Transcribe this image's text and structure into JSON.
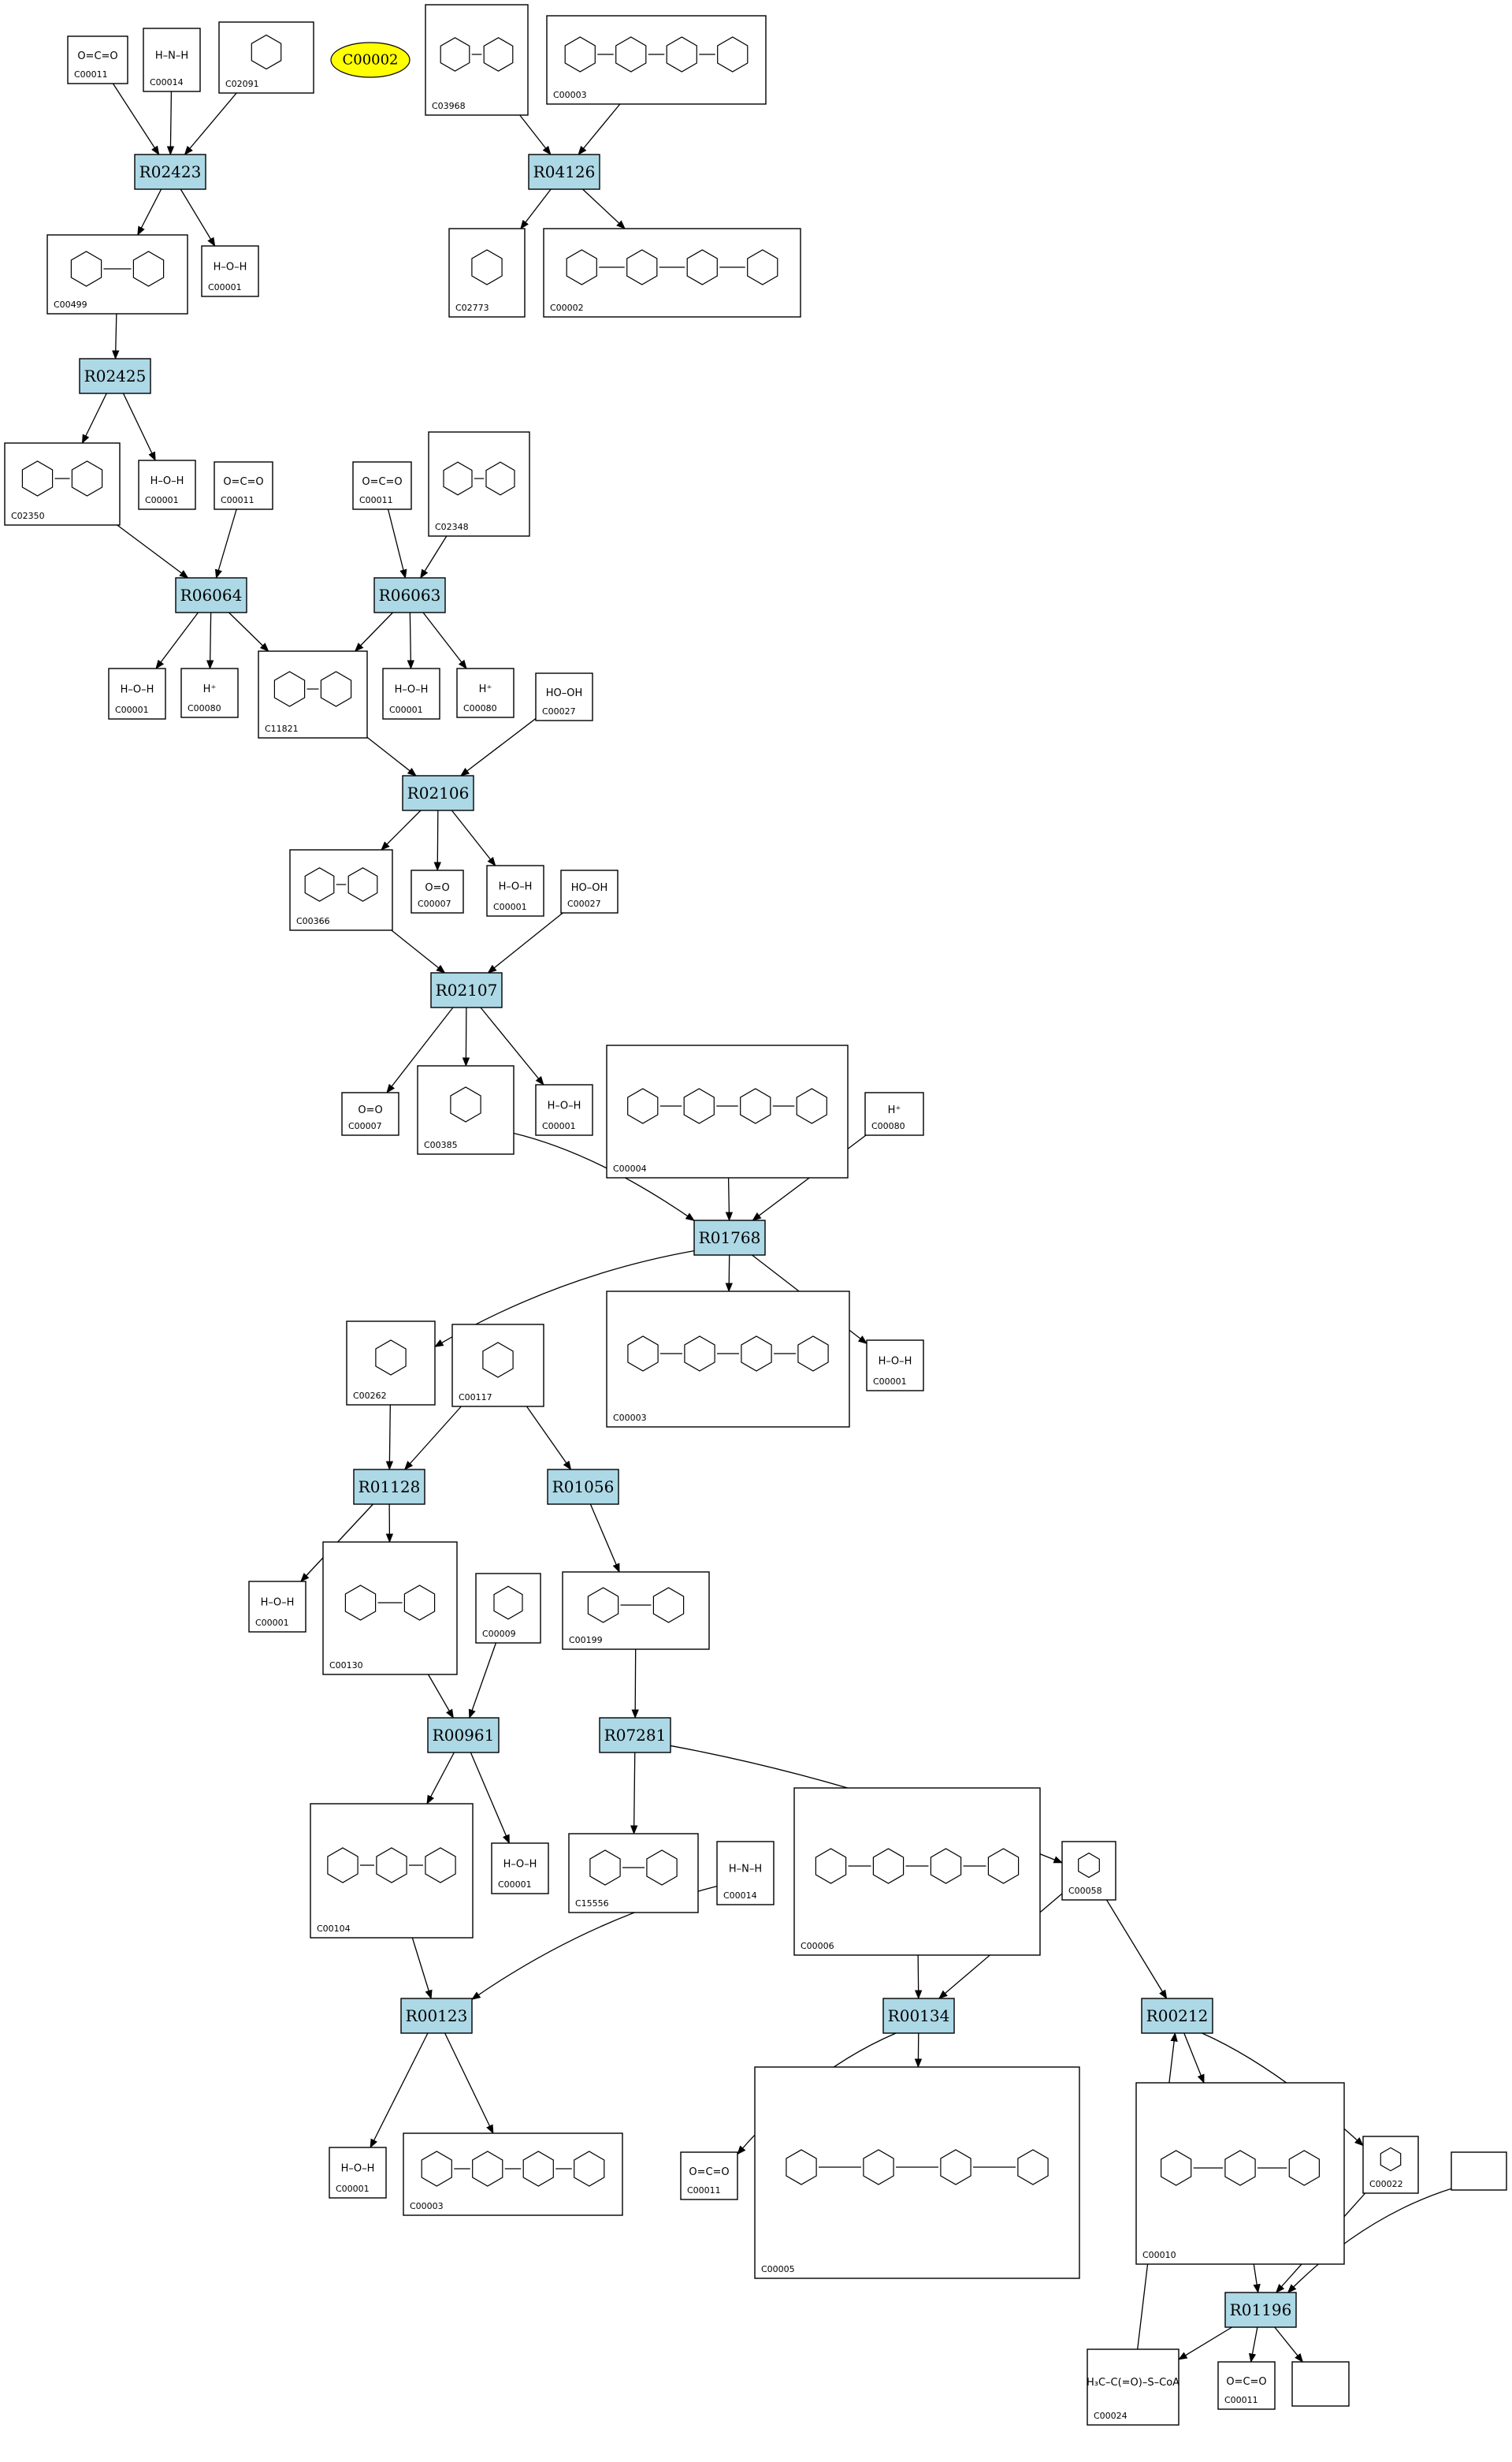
{
  "highlight": {
    "label": "C00002"
  },
  "reactions": [
    {
      "id": "R02423"
    },
    {
      "id": "R04126"
    },
    {
      "id": "R02425"
    },
    {
      "id": "R06064"
    },
    {
      "id": "R06063"
    },
    {
      "id": "R02106"
    },
    {
      "id": "R02107"
    },
    {
      "id": "R01768"
    },
    {
      "id": "R01128"
    },
    {
      "id": "R01056"
    },
    {
      "id": "R00961"
    },
    {
      "id": "R07281"
    },
    {
      "id": "R00123"
    },
    {
      "id": "R00134"
    },
    {
      "id": "R00212"
    },
    {
      "id": "R01196"
    }
  ],
  "compounds": [
    {
      "key": "c00011_a",
      "id": "C00011",
      "formula": "O=C=O"
    },
    {
      "key": "c00014_a",
      "id": "C00014",
      "formula": "H–N–H"
    },
    {
      "key": "c02091",
      "id": "C02091",
      "formula": ""
    },
    {
      "key": "c03968",
      "id": "C03968",
      "formula": ""
    },
    {
      "key": "c00003_a",
      "id": "C00003",
      "formula": ""
    },
    {
      "key": "c00499",
      "id": "C00499",
      "formula": ""
    },
    {
      "key": "c00001_a",
      "id": "C00001",
      "formula": "H–O–H"
    },
    {
      "key": "c02773",
      "id": "C02773",
      "formula": ""
    },
    {
      "key": "c00002",
      "id": "C00002",
      "formula": ""
    },
    {
      "key": "c02350",
      "id": "C02350",
      "formula": ""
    },
    {
      "key": "c00001_b",
      "id": "C00001",
      "formula": "H–O–H"
    },
    {
      "key": "c00011_b",
      "id": "C00011",
      "formula": "O=C=O"
    },
    {
      "key": "c00011_c",
      "id": "C00011",
      "formula": "O=C=O"
    },
    {
      "key": "c02348",
      "id": "C02348",
      "formula": ""
    },
    {
      "key": "c00001_c",
      "id": "C00001",
      "formula": "H–O–H"
    },
    {
      "key": "c00080_a",
      "id": "C00080",
      "formula": "H⁺"
    },
    {
      "key": "c11821",
      "id": "C11821",
      "formula": ""
    },
    {
      "key": "c00001_d",
      "id": "C00001",
      "formula": "H–O–H"
    },
    {
      "key": "c00080_b",
      "id": "C00080",
      "formula": "H⁺"
    },
    {
      "key": "c00027_a",
      "id": "C00027",
      "formula": "HO–OH"
    },
    {
      "key": "c00366",
      "id": "C00366",
      "formula": ""
    },
    {
      "key": "c00007_a",
      "id": "C00007",
      "formula": "O=O"
    },
    {
      "key": "c00001_e",
      "id": "C00001",
      "formula": "H–O–H"
    },
    {
      "key": "c00027_b",
      "id": "C00027",
      "formula": "HO–OH"
    },
    {
      "key": "c00007_b",
      "id": "C00007",
      "formula": "O=O"
    },
    {
      "key": "c00385",
      "id": "C00385",
      "formula": ""
    },
    {
      "key": "c00001_f",
      "id": "C00001",
      "formula": "H–O–H"
    },
    {
      "key": "c00004",
      "id": "C00004",
      "formula": ""
    },
    {
      "key": "c00080_c",
      "id": "C00080",
      "formula": "H⁺"
    },
    {
      "key": "c00262",
      "id": "C00262",
      "formula": ""
    },
    {
      "key": "c00117",
      "id": "C00117",
      "formula": ""
    },
    {
      "key": "c00003_b",
      "id": "C00003",
      "formula": ""
    },
    {
      "key": "c00001_g",
      "id": "C00001",
      "formula": "H–O–H"
    },
    {
      "key": "c00001_h",
      "id": "C00001",
      "formula": "H–O–H"
    },
    {
      "key": "c00130",
      "id": "C00130",
      "formula": ""
    },
    {
      "key": "c00009",
      "id": "C00009",
      "formula": ""
    },
    {
      "key": "c00199",
      "id": "C00199",
      "formula": ""
    },
    {
      "key": "c00104",
      "id": "C00104",
      "formula": ""
    },
    {
      "key": "c00001_i",
      "id": "C00001",
      "formula": "H–O–H"
    },
    {
      "key": "c15556",
      "id": "C15556",
      "formula": ""
    },
    {
      "key": "c00014_b",
      "id": "C00014",
      "formula": "H–N–H"
    },
    {
      "key": "c00006",
      "id": "C00006",
      "formula": ""
    },
    {
      "key": "c00058",
      "id": "C00058",
      "formula": ""
    },
    {
      "key": "c00001_j",
      "id": "C00001",
      "formula": "H–O–H"
    },
    {
      "key": "c00003_c",
      "id": "C00003",
      "formula": ""
    },
    {
      "key": "c00011_d",
      "id": "C00011",
      "formula": "O=C=O"
    },
    {
      "key": "c00005",
      "id": "C00005",
      "formula": ""
    },
    {
      "key": "c00010",
      "id": "C00010",
      "formula": ""
    },
    {
      "key": "c00022",
      "id": "C00022",
      "formula": ""
    },
    {
      "key": "blank_a",
      "id": "",
      "formula": ""
    },
    {
      "key": "c00024",
      "id": "C00024",
      "formula": "H₃C–C(=O)–S–CoA"
    },
    {
      "key": "c00011_e",
      "id": "C00011",
      "formula": "O=C=O"
    },
    {
      "key": "blank_b",
      "id": "",
      "formula": ""
    }
  ]
}
